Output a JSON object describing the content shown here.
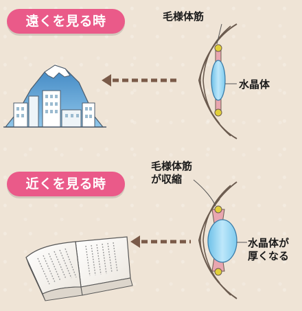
{
  "section_far": {
    "title": "遠くを見る時",
    "muscle_label": "毛様体筋",
    "lens_label": "水晶体"
  },
  "section_near": {
    "title": "近くを見る時",
    "muscle_label_line1": "毛様体筋",
    "muscle_label_line2": "が収縮",
    "lens_label_line1": "水晶体が",
    "lens_label_line2": "厚くなる"
  },
  "colors": {
    "pill": "#ea5a89",
    "arrow": "#7a5a48",
    "lens": "#8fd2ef",
    "muscle": "#e9a6b0",
    "ligament": "#e2cf3a",
    "sky": "#5aa2d4",
    "background": "#efe4d6"
  },
  "icons": [
    "mountain-city-icon",
    "open-book-icon",
    "eye-cross-section-icon",
    "dashed-arrow-left-icon"
  ]
}
